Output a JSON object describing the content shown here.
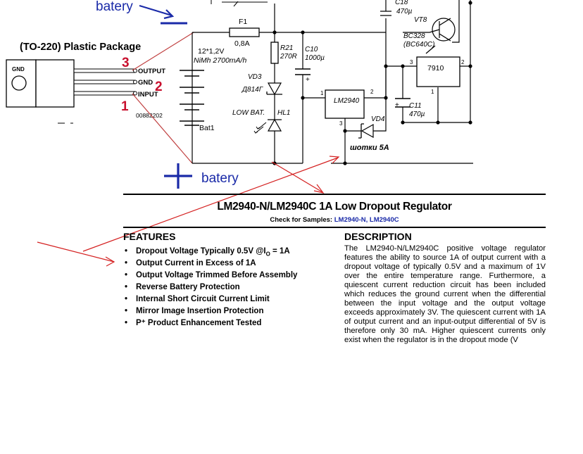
{
  "schematic": {
    "battery_minus_label": "batery",
    "battery_plus_label": "batery",
    "package_title": "(TO-220) Plastic Package",
    "pins": {
      "output": "OUTPUT",
      "gnd": "GND",
      "input": "INPUT",
      "num3": "3",
      "num2": "2",
      "num1": "1",
      "tab_gnd": "GND",
      "doc_code": "00882202"
    },
    "battery_spec_line1": "12*1,2V",
    "battery_spec_line2": "NiMh 2700mA/h",
    "bat_label": "Bat1",
    "fuse_label": "F1",
    "fuse_value": "0,8A",
    "r21_label": "R21",
    "r21_value": "270R",
    "c10_label": "C10",
    "c10_value": "1000µ",
    "c10_plus": "+",
    "vd3_label": "VD3",
    "vd3_part": "Д814Г",
    "low_bat_label": "LOW BAT.",
    "hl1_label": "HL1",
    "lm_label": "LM2940",
    "lm_pin1": "1",
    "lm_pin2": "2",
    "lm_pin3": "3",
    "vd4_label": "VD4",
    "schottky_label": "шотки 5A",
    "c18_label": "C18",
    "c18_value": "470µ",
    "vt8_label": "VT8",
    "vt8_part1": "BC328",
    "vt8_part2": "(BC640C)",
    "reg_label": "7910",
    "reg_pin1": "1",
    "reg_pin2": "2",
    "reg_pin3": "3",
    "c11_label": "C11",
    "c11_value": "470µ",
    "c11_plus": "+"
  },
  "datasheet": {
    "title": "LM2940-N/LM2940C 1A Low Dropout Regulator",
    "samples_prefix": "Check for Samples: ",
    "samples_links": "LM2940-N, LM2940C",
    "features_heading": "FEATURES",
    "features": [
      "Dropout Voltage Typically 0.5V @I",
      "Output Current in Excess of 1A",
      "Output Voltage Trimmed Before Assembly",
      "Reverse Battery Protection",
      "Internal Short Circuit Current Limit",
      "Mirror Image Insertion Protection",
      "P⁺ Product Enhancement Tested"
    ],
    "feature0_sub": "O",
    "feature0_suffix": " = 1A",
    "description_heading": "DESCRIPTION",
    "description": "The LM2940-N/LM2940C positive voltage regulator features the ability to source 1A of output current with a dropout voltage of typically 0.5V and a maximum of 1V over the entire temperature range. Furthermore, a quiescent current reduction circuit has been included which reduces the ground current when the differential between the input voltage and the output voltage exceeds approximately 3V. The quiescent current with 1A of output current and an input-output differential of 5V is therefore only 30 mA. Higher quiescent currents only exist when the regulator is in the dropout mode (V"
  },
  "colors": {
    "annotation_blue": "#1a2aa8",
    "pin_number_red": "#c8102e",
    "arrow_red": "#d42020"
  }
}
